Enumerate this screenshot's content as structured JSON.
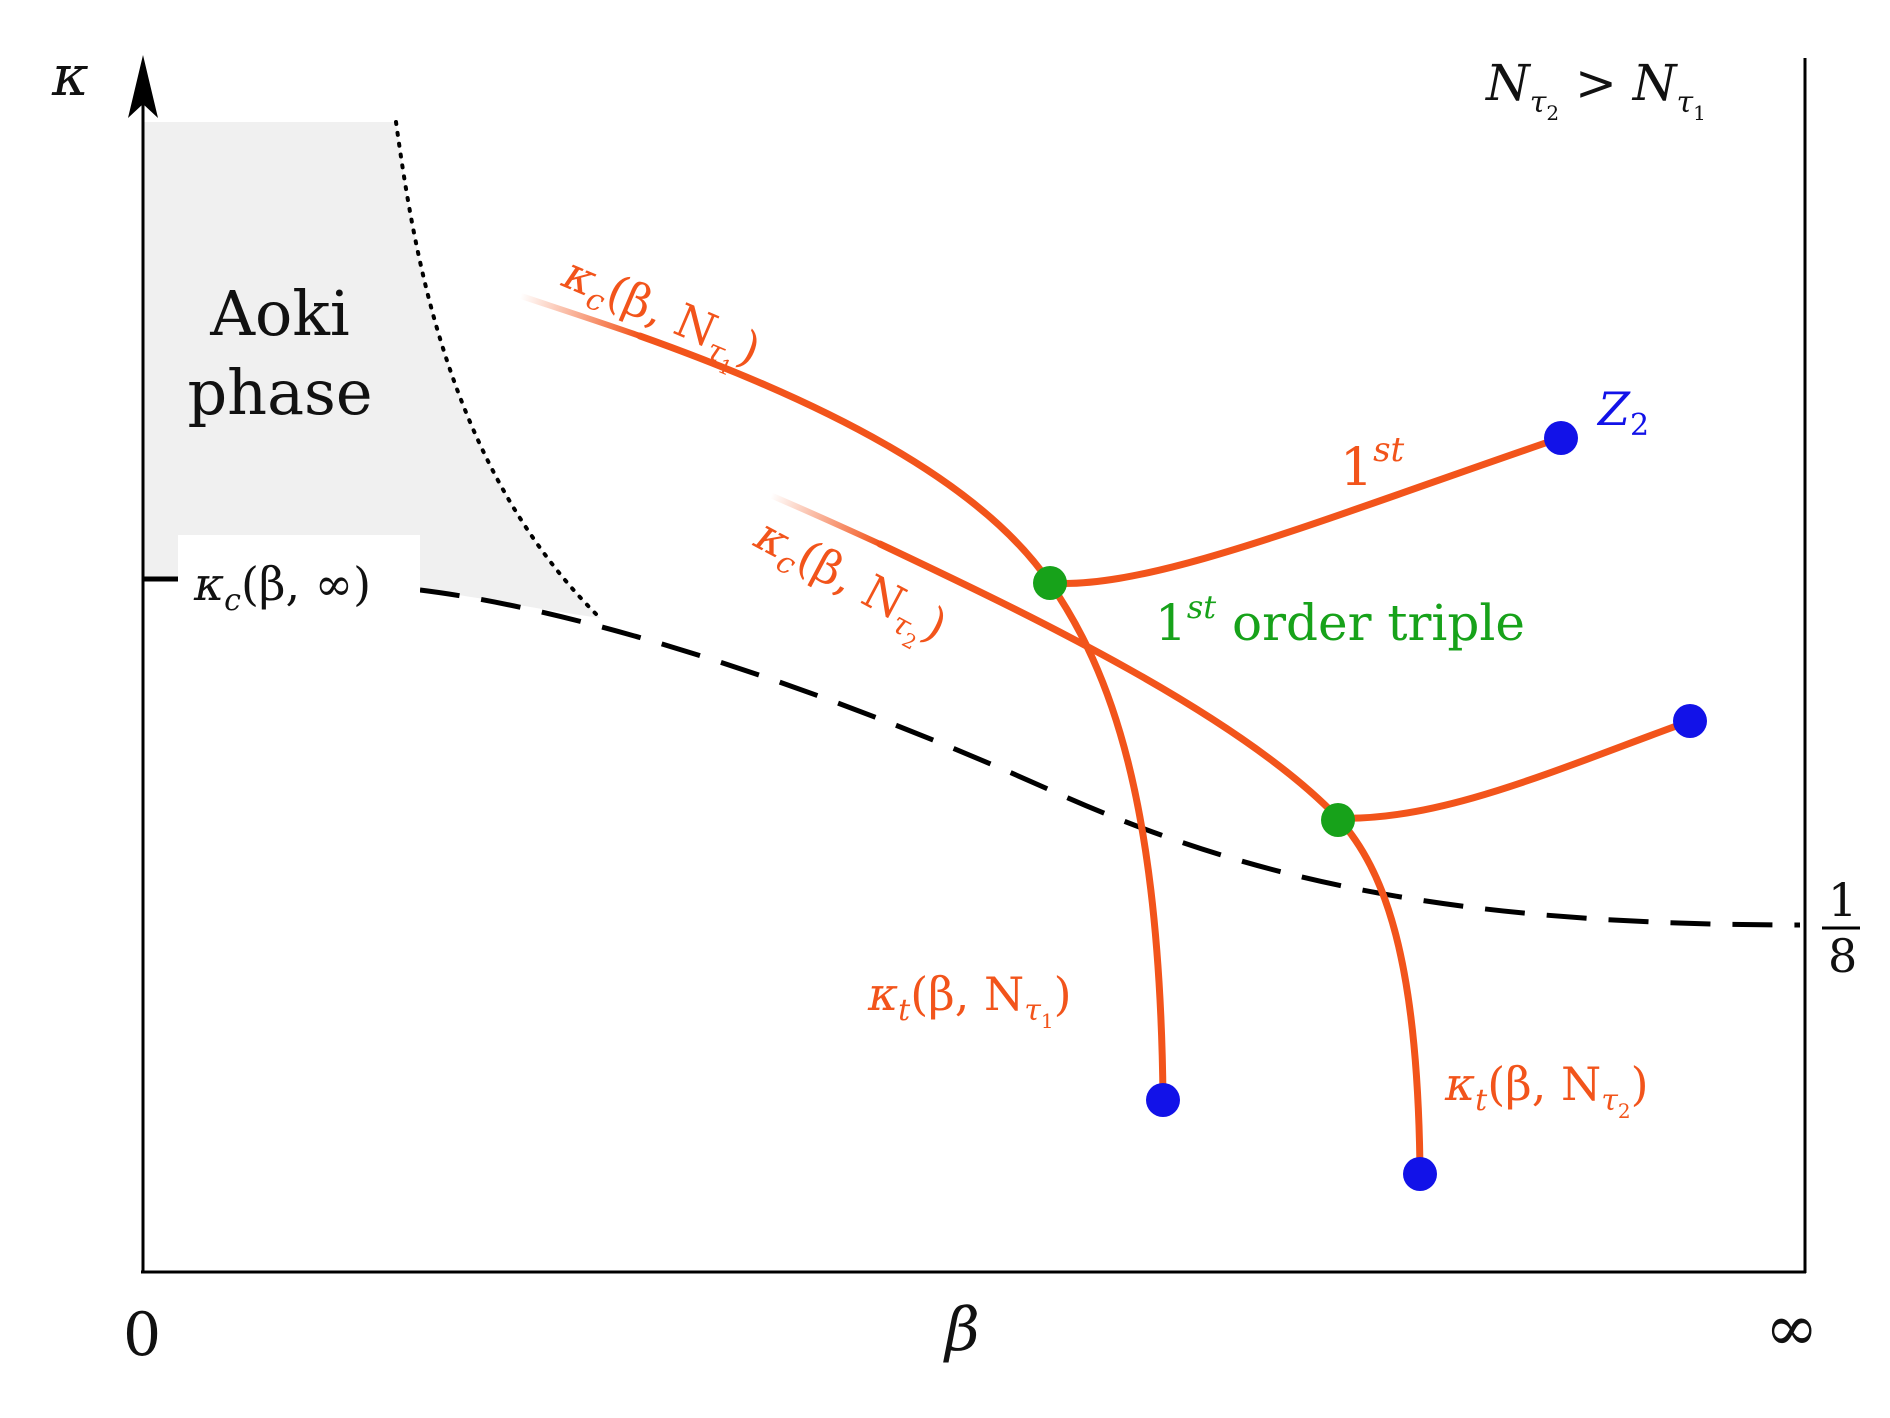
{
  "axes": {
    "y_label": "κ",
    "x_label": "β",
    "x_min_label": "0",
    "x_max_label": "∞",
    "y_ref_numerator": "1",
    "y_ref_denominator": "8"
  },
  "corner_label": {
    "lhs": "N",
    "lhs_sub": "τ",
    "lhs_subsub": "2",
    "op": " > ",
    "rhs": "N",
    "rhs_sub": "τ",
    "rhs_subsub": "1"
  },
  "aoki": {
    "line1": "Aoki",
    "line2": "phase",
    "color": "#f0f0f0"
  },
  "kappa_c_infinity": {
    "kappa": "κ",
    "sub": "c",
    "args": "(β, ∞)"
  },
  "kappa_c_N1": {
    "kappa": "κ",
    "sub": "c",
    "args": "(β, N",
    "nsub": "τ",
    "nsubsub": "1",
    "close": ")"
  },
  "kappa_c_N2": {
    "kappa": "κ",
    "sub": "c",
    "args": "(β, N",
    "nsub": "τ",
    "nsubsub": "2",
    "close": ")"
  },
  "kappa_t_N1": {
    "kappa": "κ",
    "sub": "t",
    "args": "(β, N",
    "nsub": "τ",
    "nsubsub": "1",
    "close": ")"
  },
  "kappa_t_N2": {
    "kappa": "κ",
    "sub": "t",
    "args": "(β, N",
    "nsub": "τ",
    "nsubsub": "2",
    "close": ")"
  },
  "first_order_label": {
    "base": "1",
    "sup": "st"
  },
  "triple_label": {
    "base": "1",
    "sup": "st",
    "rest": " order triple"
  },
  "z2_label": {
    "base": "Z",
    "sub": "2"
  },
  "colors": {
    "transition_line": "#f2541b",
    "triple_point": "#17a21a",
    "z2_endpoint": "#1212e8",
    "axis": "#000000",
    "dashed_line": "#000000"
  }
}
